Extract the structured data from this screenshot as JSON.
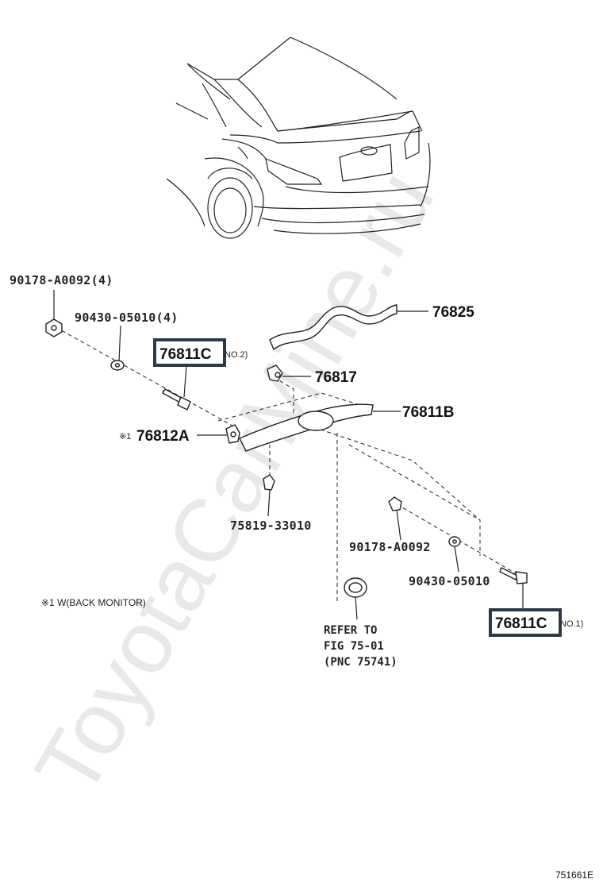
{
  "watermark": "ToyotaCarMine.ru",
  "figure_id": "751661E",
  "note": "※1 W(BACK MONITOR)",
  "callouts": {
    "c1": "90178-A0092(4)",
    "c2": "90430-05010(4)",
    "c3": "76825",
    "c4": "76817",
    "c5": "76811B",
    "c6": "※1",
    "c7": "76812A",
    "c8": "75819-33010",
    "c9": "90178-A0092",
    "c10": "90430-05010"
  },
  "highlighted": {
    "a_code": "76811C",
    "a_suffix": "NO.2)",
    "b_code": "76811C",
    "b_suffix": "NO.1)"
  },
  "reference": {
    "line1": "REFER TO",
    "line2": "FIG 75-01",
    "line3": "(PNC 75741)"
  }
}
